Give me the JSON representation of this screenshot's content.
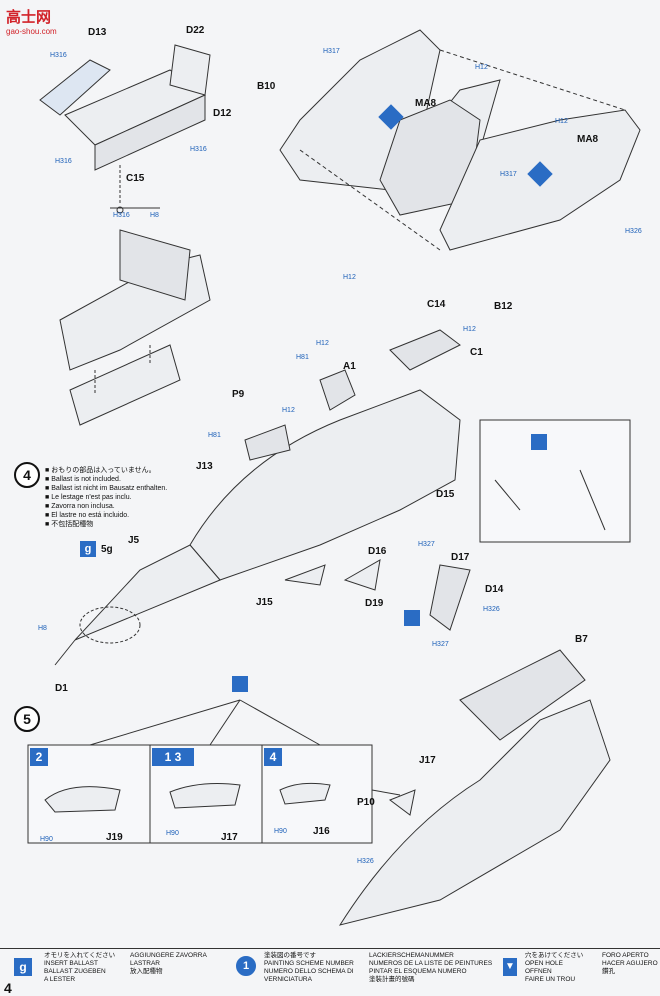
{
  "watermark": {
    "top": "高士网",
    "bottom": "gao-shou.com"
  },
  "parts": {
    "D13": "D13",
    "D22": "D22",
    "D12": "D12",
    "C15": "C15",
    "B10": "B10",
    "MA8_a": "MA8",
    "MA8_b": "MA8",
    "B12": "B12",
    "C14": "C14",
    "C1": "C1",
    "A1": "A1",
    "P9": "P9",
    "J13": "J13",
    "D15": "D15",
    "D16": "D16",
    "D17": "D17",
    "D14": "D14",
    "J5": "J5",
    "J15": "J15",
    "D19": "D19",
    "D1": "D1",
    "B7": "B7",
    "J17": "J17",
    "P10": "P10",
    "J19": "J19",
    "J17b": "J17",
    "J16": "J16"
  },
  "hints": {
    "h1": "H316",
    "h2": "H316",
    "h3": "H316",
    "h4": "H316",
    "h5": "H8",
    "h6": "H317",
    "h7": "H12",
    "h8": "H12",
    "h9": "H317",
    "h10": "H326",
    "h11": "H12",
    "h12": "H12",
    "h13": "H81",
    "h14": "H12",
    "h15": "H81",
    "h16": "H12",
    "h17": "H327",
    "h18": "H8",
    "h19": "H327",
    "h20": "H326",
    "h21": "H90",
    "h22": "H90",
    "h23": "H90",
    "h24": "H326"
  },
  "step4": {
    "number": "4",
    "ballast_notes": [
      "おもりの部品は入っていません。",
      "Ballast is not included.",
      "Ballast ist nicht im Bausatz enthalten.",
      "Le lestage n'est pas inclu.",
      "Zavorra non inclusa.",
      "El lastre no está incluido.",
      "不包括配種物"
    ],
    "weight": "5g",
    "weight_icon": "g"
  },
  "step5": {
    "number": "5",
    "variants": [
      {
        "badge": "2"
      },
      {
        "badge": "1 3"
      },
      {
        "badge": "4"
      }
    ]
  },
  "legend": {
    "ballast": [
      "オモリを入れてください",
      "INSERT BALLAST",
      "BALLAST ZUGEBEN",
      "A LESTER"
    ],
    "ballast2": [
      "AGGIUNGERE ZAVORRA",
      "LASTRAR",
      "放入配種物"
    ],
    "paint": [
      "塗装図の番号です",
      "PAINTING SCHEME NUMBER",
      "NUMERO DELLO SCHEMA DI",
      "VERNICIATURA"
    ],
    "paint2": [
      "LACKIERSCHEMANUMMER",
      "NUMEROS DE LA LISTE DE PEINTURES",
      "PINTAR EL ESQUEMA NUMERO",
      "塗裝計畫的號碼"
    ],
    "hole": [
      "穴をあけてください",
      "OPEN HOLE",
      "OFFNEN",
      "FAIRE UN TROU"
    ],
    "hole2": [
      "FORO APERTO",
      "HACER AGUJERO",
      "鑽孔"
    ],
    "page_number": "4"
  }
}
